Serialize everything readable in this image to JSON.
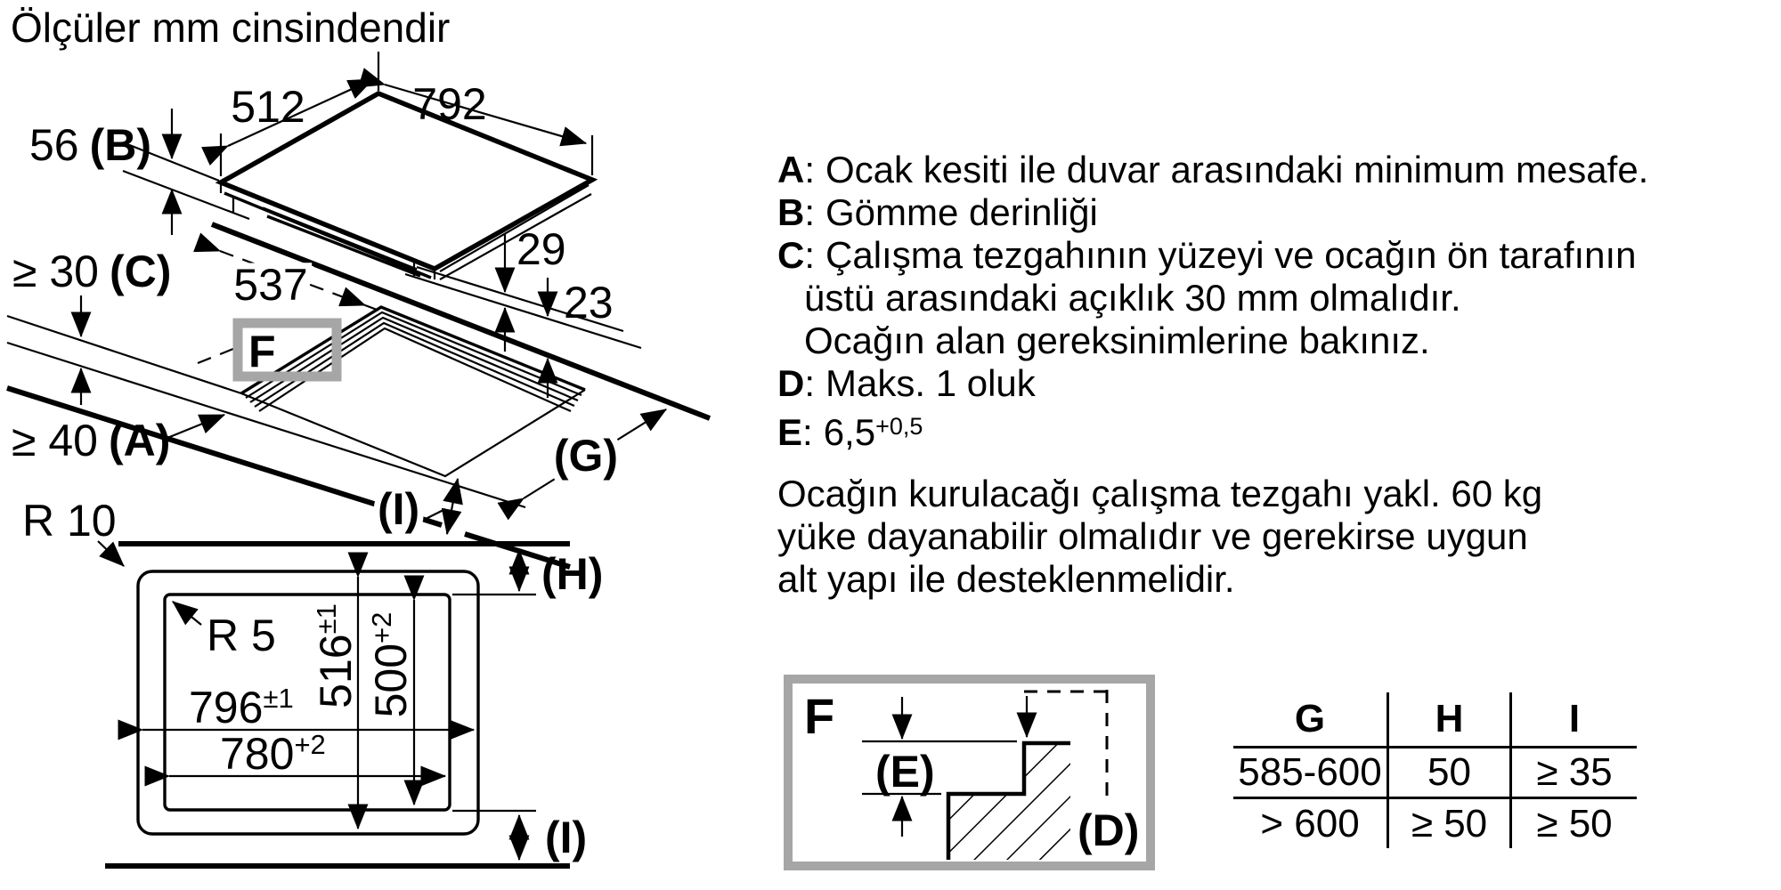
{
  "title": "Ölçüler mm cinsindendir",
  "colors": {
    "ink": "#000000",
    "frame_gray": "#a6a6a6",
    "background": "#ffffff"
  },
  "iso_view": {
    "dim_512": "512",
    "dim_792": "792",
    "dim_537": "537",
    "dim_29": "29",
    "dim_23": "23",
    "b_value": "56",
    "b_label": "(B)",
    "c_value": "≥ 30",
    "c_label": "(C)",
    "a_value": "≥ 40",
    "a_label": "(A)",
    "f_label": "F",
    "g_label": "(G)",
    "i_label": "(I)"
  },
  "top_view": {
    "r10": "R 10",
    "r5": "R 5",
    "dim_796": "796",
    "tol_796": "±1",
    "dim_780": "780",
    "tol_780": "+2",
    "dim_516": "516",
    "tol_516": "±1",
    "dim_500": "500",
    "tol_500": "+2",
    "h_label": "(H)",
    "i_label": "(I)"
  },
  "legend": {
    "items": [
      {
        "key": "A",
        "colon": ":",
        "text": "Ocak kesiti ile duvar arasındaki minimum mesafe."
      },
      {
        "key": "B",
        "colon": ":",
        "text": "Gömme derinliği"
      },
      {
        "key": "C",
        "colon": ":",
        "text": "Çalışma tezgahının yüzeyi ve ocağın ön tarafının"
      },
      {
        "key": "",
        "colon": "",
        "text": "üstü arasındaki açıklık 30 mm olmalıdır."
      },
      {
        "key": "",
        "colon": "",
        "text": "Ocağın alan gereksinimlerine bakınız."
      },
      {
        "key": "D",
        "colon": ":",
        "text": "Maks. 1 oluk"
      },
      {
        "key": "E",
        "colon": ":",
        "text": "6,5",
        "sup": "+0,5"
      }
    ]
  },
  "note": {
    "lines": [
      "Ocağın kurulacağı çalışma tezgahı yakl. 60 kg",
      "yüke dayanabilir olmalıdır ve gerekirse uygun",
      "alt yapı ile desteklenmelidir."
    ]
  },
  "detail_f": {
    "f_label": "F",
    "e_label": "(E)",
    "d_label": "(D)"
  },
  "table": {
    "headers": [
      "G",
      "H",
      "I"
    ],
    "rows": [
      [
        "585-600",
        "50",
        "≥ 35"
      ],
      [
        "> 600",
        "≥ 50",
        "≥ 50"
      ]
    ]
  }
}
